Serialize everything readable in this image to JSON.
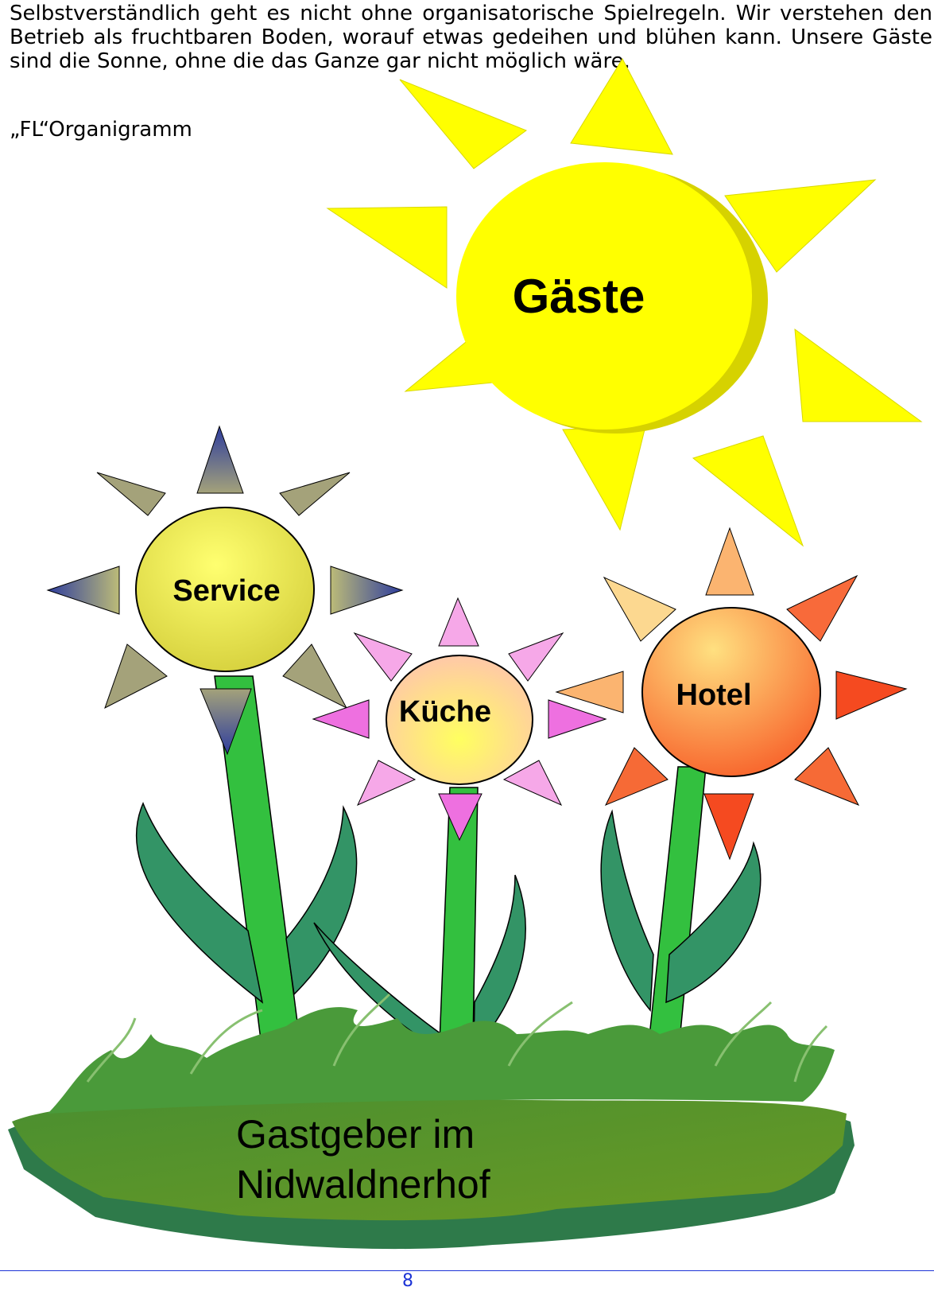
{
  "document": {
    "intro_text": "Selbstverständlich geht es nicht ohne organisatorische Spielregeln. Wir verstehen den Betrieb als fruchtbaren Boden, worauf etwas gedeihen und blühen kann. Unsere Gäste sind die Sonne, ohne die das Ganze gar nicht möglich wäre.",
    "caption": "„FL“Organigramm",
    "page_number": "8"
  },
  "diagram": {
    "sun_label": "Gäste",
    "flowers": [
      {
        "label": "Service"
      },
      {
        "label": "Küche"
      },
      {
        "label": "Hotel"
      }
    ],
    "ground_label_line1": "Gastgeber im",
    "ground_label_line2": "Nidwaldnerhof"
  },
  "colors": {
    "sun": "#ffff00",
    "service": "#e7e34d",
    "kueche": "#ffd590",
    "hotel": "#fb8b3e",
    "stem": "#33c03f",
    "leaf": "#339466",
    "ground": "#4f9132",
    "footer_line": "#1c33d6"
  }
}
